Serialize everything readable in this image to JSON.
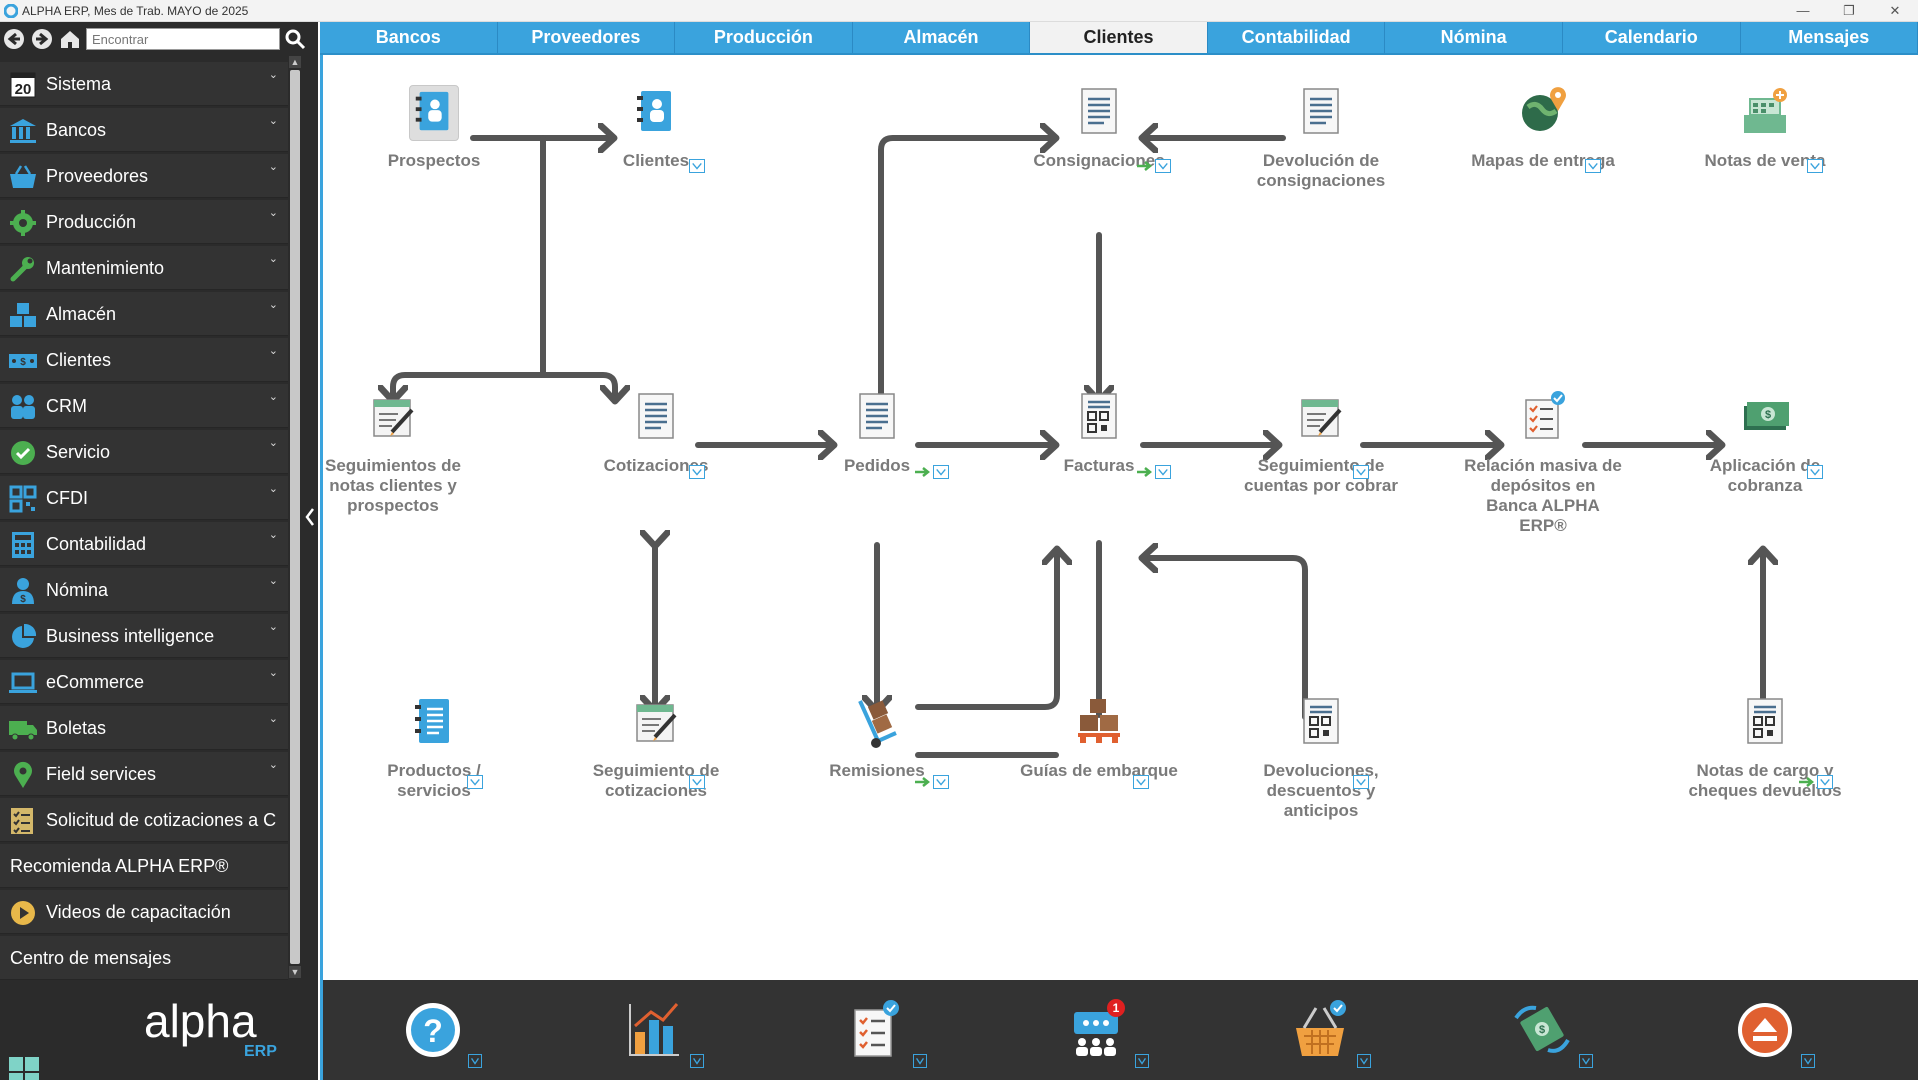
{
  "window": {
    "title": "ALPHA ERP, Mes de Trab. MAYO de 2025",
    "controls": [
      "—",
      "❐",
      "✕"
    ]
  },
  "search": {
    "placeholder": "Encontrar"
  },
  "sidebar": {
    "items": [
      {
        "label": "Sistema",
        "icon": "calendar-20-icon"
      },
      {
        "label": "Bancos",
        "icon": "bank-icon"
      },
      {
        "label": "Proveedores",
        "icon": "basket-icon"
      },
      {
        "label": "Producción",
        "icon": "gear-icon"
      },
      {
        "label": "Mantenimiento",
        "icon": "wrench-icon"
      },
      {
        "label": "Almacén",
        "icon": "boxes-icon"
      },
      {
        "label": "Clientes",
        "icon": "money-icon"
      },
      {
        "label": "CRM",
        "icon": "people-icon"
      },
      {
        "label": "Servicio",
        "icon": "check-circle-icon"
      },
      {
        "label": "CFDI",
        "icon": "qr-icon"
      },
      {
        "label": "Contabilidad",
        "icon": "calculator-icon"
      },
      {
        "label": "Nómina",
        "icon": "payroll-person-icon"
      },
      {
        "label": "Business intelligence",
        "icon": "pie-chart-icon"
      },
      {
        "label": "eCommerce",
        "icon": "laptop-icon"
      },
      {
        "label": "Boletas",
        "icon": "truck-icon"
      },
      {
        "label": "Field services",
        "icon": "location-pin-icon"
      },
      {
        "label": "Solicitud de cotizaciones a C",
        "icon": "checklist-icon"
      }
    ],
    "extra": [
      {
        "label": "Recomienda ALPHA ERP®"
      },
      {
        "label": "Videos de capacitación",
        "icon": "play-icon"
      },
      {
        "label": "Centro de mensajes"
      }
    ],
    "logo_text": "alpha",
    "logo_sub": "ERP"
  },
  "tabs": [
    {
      "label": "Bancos"
    },
    {
      "label": "Proveedores"
    },
    {
      "label": "Producción"
    },
    {
      "label": "Almacén"
    },
    {
      "label": "Clientes",
      "active": true
    },
    {
      "label": "Contabilidad"
    },
    {
      "label": "Nómina"
    },
    {
      "label": "Calendario"
    },
    {
      "label": "Mensajes"
    }
  ],
  "nodes": {
    "prospectos": "Prospectos",
    "clientes": "Clientes",
    "consignaciones": "Consignaciones",
    "devolucion_consignaciones": "Devolución de consignaciones",
    "mapas_entrega": "Mapas de entrega",
    "notas_venta": "Notas de venta",
    "seguimientos_notas": "Seguimientos de notas clientes y prospectos",
    "cotizaciones": "Cotizaciones",
    "pedidos": "Pedidos",
    "facturas": "Facturas",
    "seguimiento_cuentas": "Seguimiento de cuentas por cobrar",
    "relacion_depositos": "Relación masiva de depósitos en Banca ALPHA ERP®",
    "aplicacion_cobranza": "Aplicación de cobranza",
    "productos_servicios": "Productos / servicios",
    "seguimiento_cotizaciones": "Seguimiento de cotizaciones",
    "remisiones": "Remisiones",
    "guias_embarque": "Guías de embarque",
    "devoluciones_descuentos": "Devoluciones, descuentos y anticipos",
    "notas_cargo": "Notas de cargo y cheques devueltos"
  },
  "bottom_toolbar": {
    "buttons": [
      {
        "icon": "help-icon"
      },
      {
        "icon": "bar-chart-icon"
      },
      {
        "icon": "tasks-icon"
      },
      {
        "icon": "messages-icon",
        "badge": "1"
      },
      {
        "icon": "shopping-basket-icon"
      },
      {
        "icon": "money-transfer-icon"
      },
      {
        "icon": "eject-icon"
      }
    ]
  },
  "colors": {
    "accent": "#3aa3dd",
    "sidebar_bg": "#2b2b2b",
    "arrow": "#555555",
    "label": "#7a7a7a",
    "badge": "#e02020"
  }
}
